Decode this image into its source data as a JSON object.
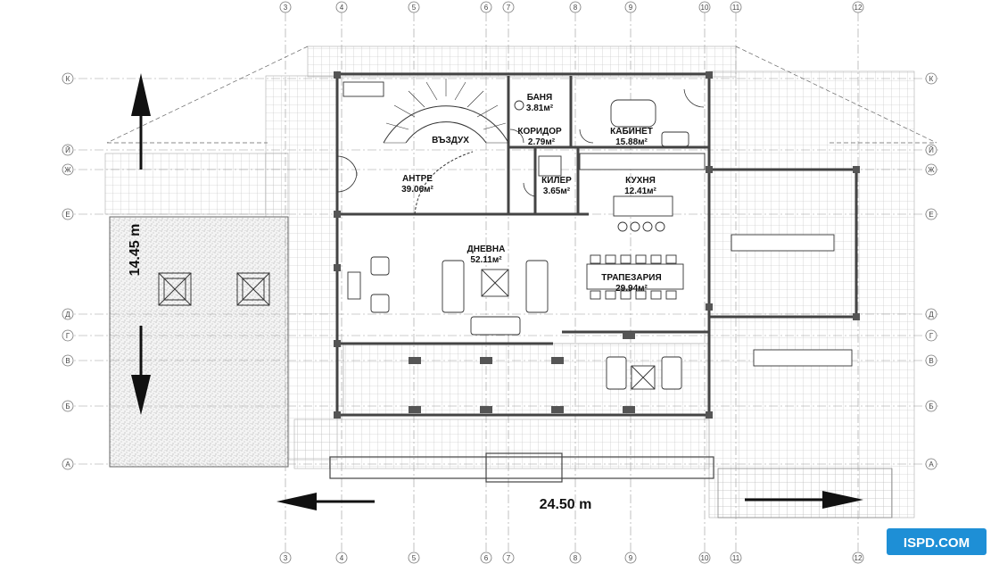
{
  "rooms": [
    {
      "name": "БАНЯ",
      "area": "3.81м²"
    },
    {
      "name": "КОРИДОР",
      "area": "2.79м²"
    },
    {
      "name": "КАБИНЕТ",
      "area": "15.88м²"
    },
    {
      "name": "КИЛЕР",
      "area": "3.65м²"
    },
    {
      "name": "КУХНЯ",
      "area": "12.41м²"
    },
    {
      "name": "АНТРЕ",
      "area": "39.06м²"
    },
    {
      "name": "ДНЕВНА",
      "area": "52.11м²"
    },
    {
      "name": "ТРАПЕЗАРИЯ",
      "area": "29.94м²"
    },
    {
      "name": "ВЪЗДУХ",
      "area": ""
    }
  ],
  "dimensions": {
    "vertical": "14.45 m",
    "horizontal": "24.50 m"
  },
  "axes": {
    "columns": [
      "3",
      "4",
      "5",
      "6",
      "7",
      "8",
      "9",
      "10",
      "11",
      "12"
    ],
    "rows": [
      "К",
      "Й",
      "Ж",
      "Е",
      "Д",
      "Г",
      "В",
      "Б",
      "А"
    ]
  },
  "watermark": "ISPD.COM",
  "colors": {
    "wall": "#555555",
    "line": "#222222",
    "grid": "#9a9a9a",
    "accent": "#1e8fd6"
  }
}
